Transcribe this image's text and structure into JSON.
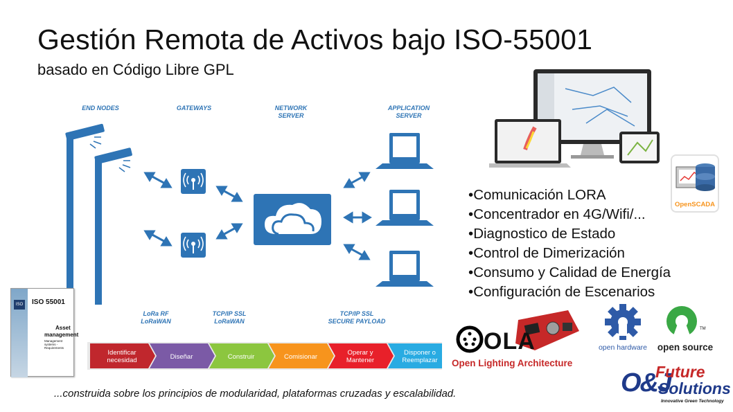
{
  "header": {
    "title": "Gestión Remota de Activos bajo ISO-55001",
    "subtitle": "basado en Código Libre GPL"
  },
  "diagram": {
    "top_labels": [
      "END NODES",
      "GATEWAYS",
      "NETWORK SERVER",
      "APPLICATION SERVER"
    ],
    "bottom_labels": [
      {
        "line1": "LoRa RF",
        "line2": "LoRaWAN"
      },
      {
        "line1": "TCP/IP SSL",
        "line2": "LoRaWAN"
      },
      {
        "line1": "TCP/IP SSL",
        "line2": "SECURE PAYLOAD"
      }
    ],
    "colors": {
      "blue": "#2e74b5"
    }
  },
  "features": [
    "Comunicación LORA",
    "Concentrador en 4G/Wifi/...",
    "Diagnostico de Estado",
    "Control de Dimerización",
    "Consumo y Calidad de Energía",
    "Configuración de Escenarios"
  ],
  "process_steps": [
    {
      "line1": "Identificar",
      "line2": "necesidad",
      "color": "#c0272d"
    },
    {
      "line1": "Diseñar",
      "line2": "",
      "color": "#7b5aa6"
    },
    {
      "line1": "Construir",
      "line2": "",
      "color": "#8cc63f"
    },
    {
      "line1": "Comisionar",
      "line2": "",
      "color": "#f7941d"
    },
    {
      "line1": "Operar y",
      "line2": "Mantener",
      "color": "#e8202a"
    },
    {
      "line1": "Disponer o",
      "line2": "Reemplazar",
      "color": "#29abe2"
    }
  ],
  "iso_book": {
    "badge": "ISO",
    "code": "ISO 55001",
    "title1": "Asset",
    "title2": "management",
    "subtitle": "Management systems - Requirements"
  },
  "logos": {
    "opensc": "OpenSCADA",
    "ola_big": "OLA",
    "ola_sub": "Open Lighting Architecture",
    "open_hardware": "open hardware",
    "open_source": "open source",
    "tm": "TM",
    "future": "Future",
    "solutions": "Solutions",
    "oj": "O&J",
    "tagline": "Innovative Green Technology"
  },
  "footer": "...construida sobre los principios de modularidad, plataformas cruzadas  y escalabilidad."
}
